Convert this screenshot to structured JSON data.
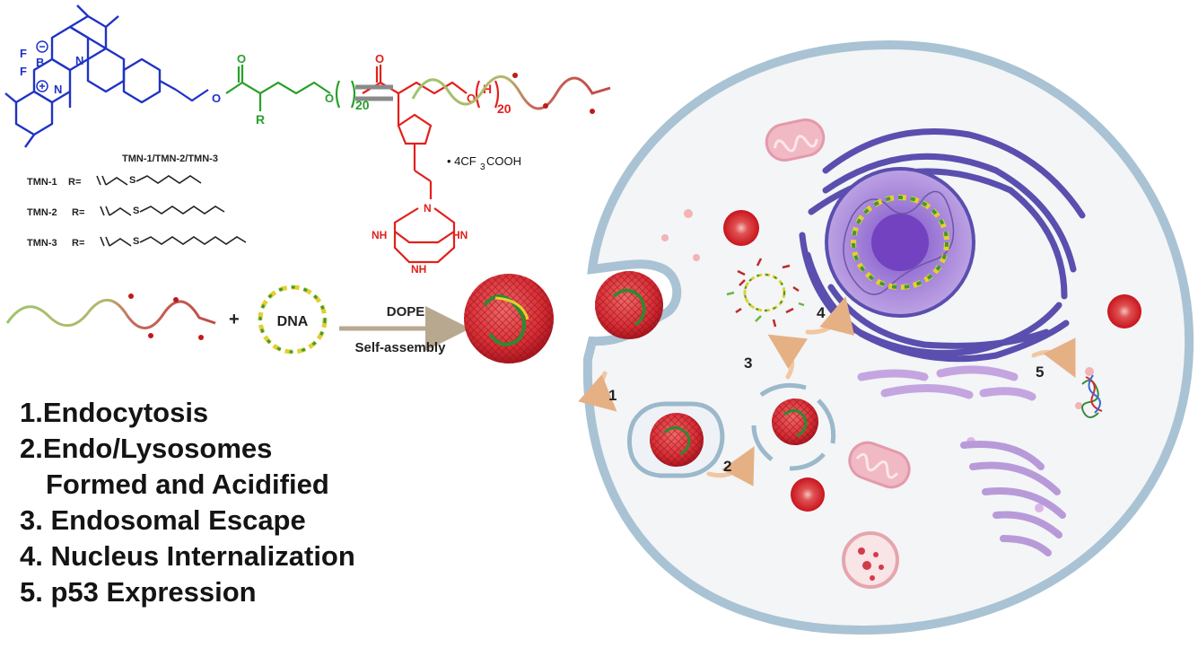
{
  "colors": {
    "polymer_blue": "#1f33c4",
    "polymer_green": "#27a02b",
    "polymer_red": "#e2201b",
    "cell_membrane": "#a9c3d4",
    "cytoplasm": "#f3f5f7",
    "nucleus": "#8f6ad0",
    "er": "#5a4faf",
    "golgi": "#b89ad9",
    "nanoparticle": "#d8313a",
    "arrow": "#f2c7a0"
  },
  "chemistry": {
    "labels": {
      "F_top": "F",
      "F_bottom": "F",
      "B": "B",
      "N_top": "N",
      "N_bottom": "N",
      "R": "R",
      "sub_20_a": "20",
      "sub_20_b": "20",
      "H": "H",
      "tfa": "• 4CF",
      "tfa_sub": "3",
      "tfa_tail": "COOH",
      "N_macro": "N",
      "NH_left": "NH",
      "HN_right": "HN",
      "NH_bottom": "NH"
    },
    "family_label": "TMN-1/TMN-2/TMN-3",
    "variants": [
      {
        "name": "TMN-1",
        "r": "R=",
        "s": "S"
      },
      {
        "name": "TMN-2",
        "r": "R=",
        "s": "S"
      },
      {
        "name": "TMN-3",
        "r": "R=",
        "s": "S"
      }
    ]
  },
  "assembly": {
    "plus": "+",
    "dna": "DNA",
    "reagent": "DOPE",
    "process": "Self-assembly"
  },
  "pathway_numbers": [
    "1",
    "2",
    "3",
    "4",
    "5"
  ],
  "steps": [
    "1.Endocytosis",
    "2.Endo/Lysosomes",
    "Formed and Acidified",
    "3. Endosomal Escape",
    "4. Nucleus Internalization",
    "5. p53 Expression"
  ]
}
